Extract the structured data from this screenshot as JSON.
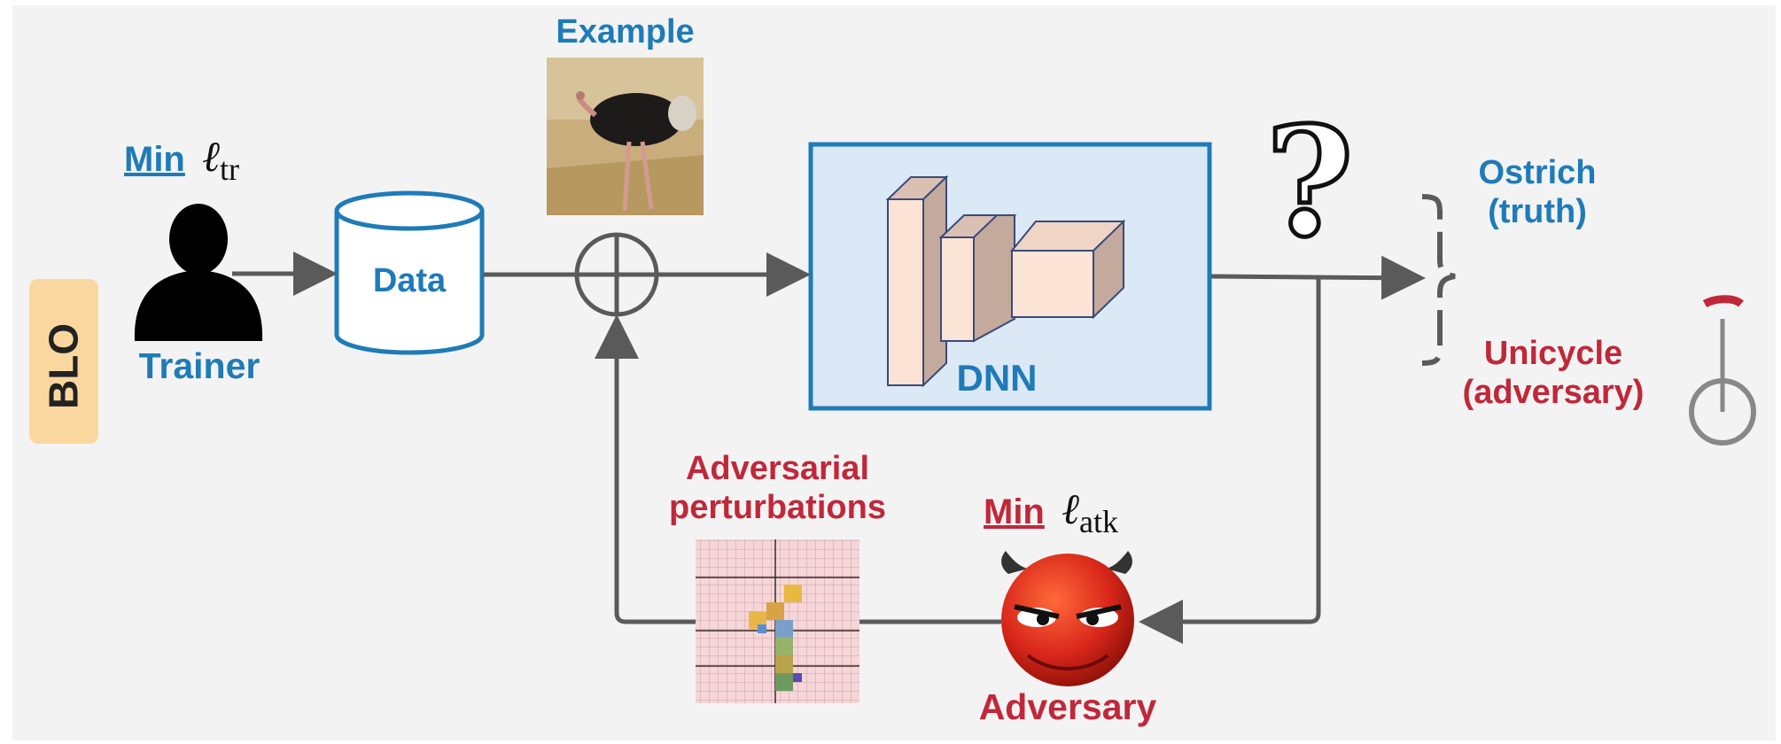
{
  "blo_label": "BLO",
  "trainer": {
    "objective_min": "Min",
    "loss_symbol": "ℓ",
    "loss_subscript": "tr",
    "label": "Trainer"
  },
  "data_store": {
    "label": "Data"
  },
  "example": {
    "label": "Example"
  },
  "model": {
    "label": "DNN"
  },
  "question_mark": "?",
  "outputs": {
    "truth_line1": "Ostrich",
    "truth_line2": "(truth)",
    "adv_line1": "Unicycle",
    "adv_line2": "(adversary)"
  },
  "perturbation": {
    "line1": "Adversarial",
    "line2": "perturbations"
  },
  "adversary": {
    "objective_min": "Min",
    "loss_symbol": "ℓ",
    "loss_subscript": "atk",
    "label": "Adversary"
  },
  "colors": {
    "blue": "#1f7bb8",
    "red": "#c0283a",
    "arrow": "#5a5a5a",
    "blo_bg": "#fbd7a0",
    "dnn_fill": "#dbe8f5",
    "block_fill": "#fbe3d6",
    "background": "#f3f3f3"
  }
}
